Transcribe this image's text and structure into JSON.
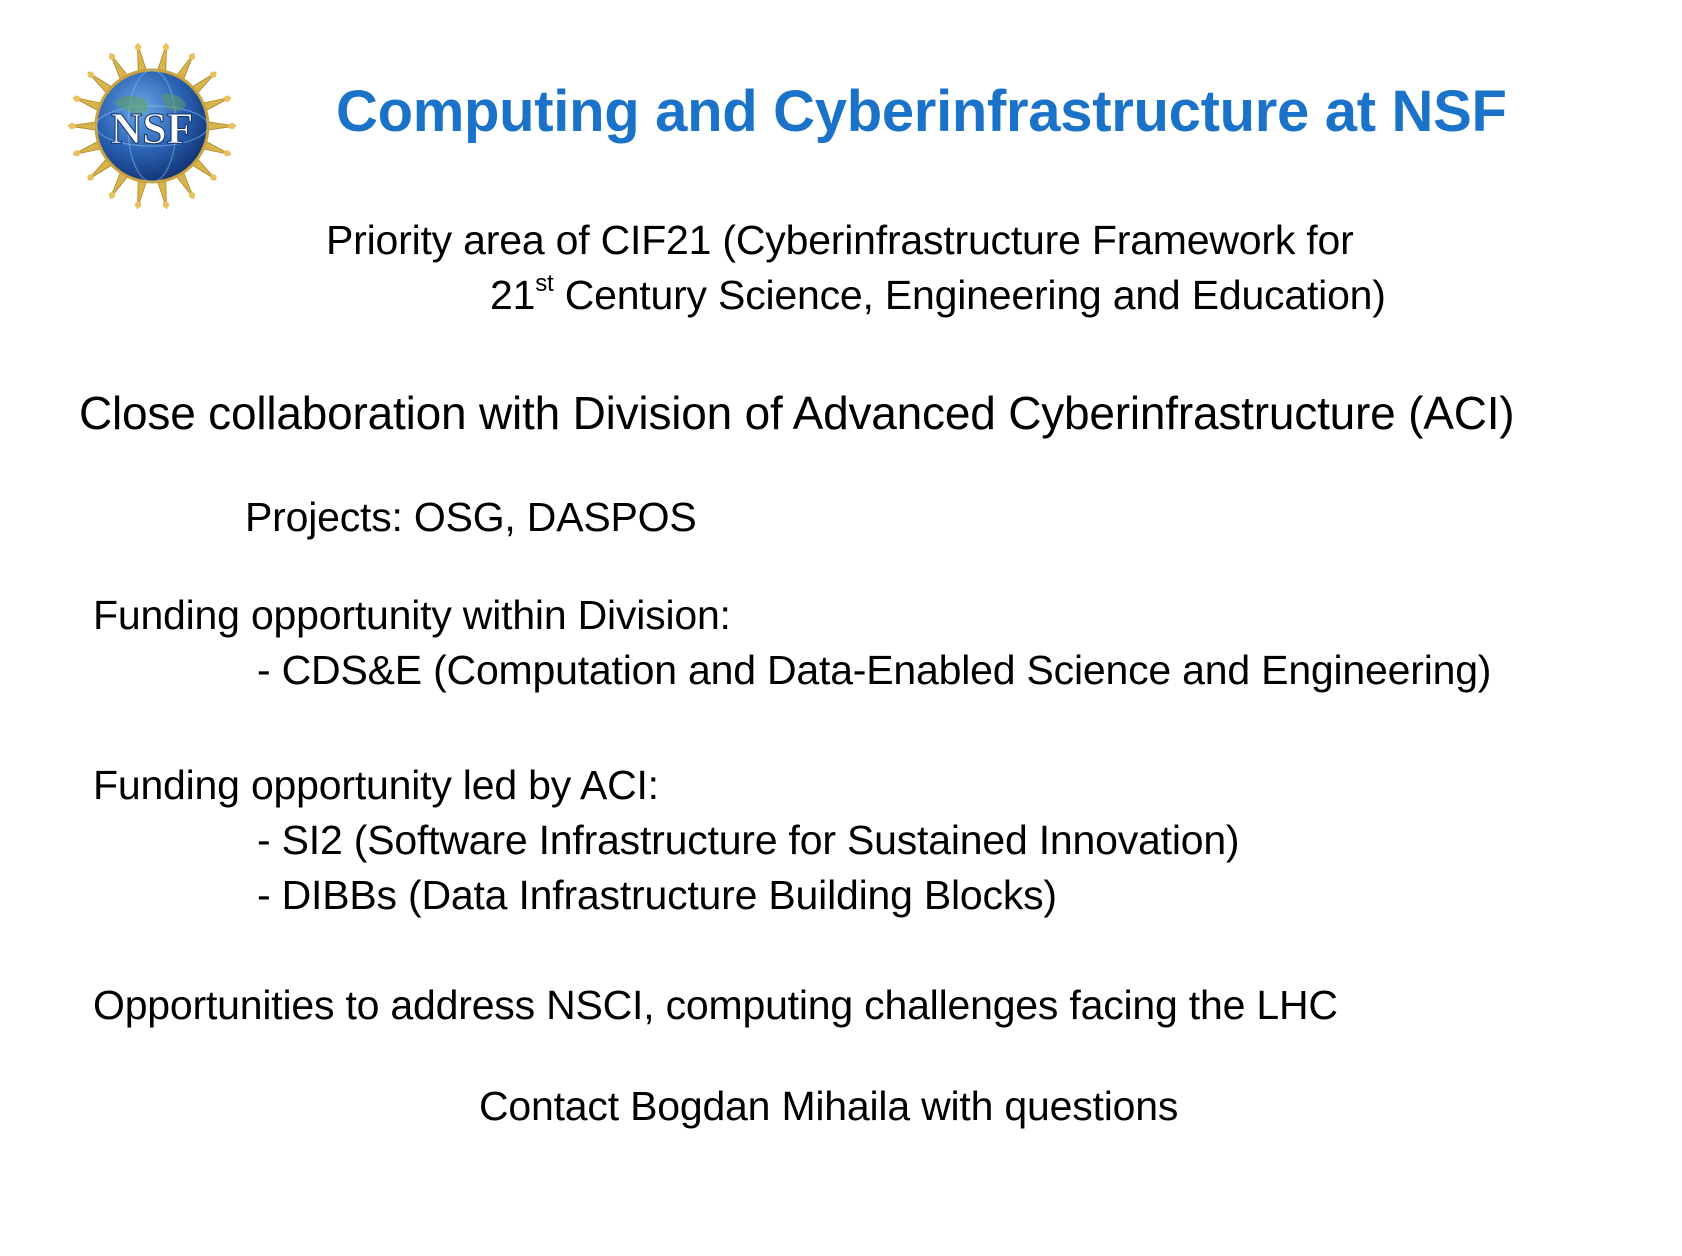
{
  "logo": {
    "text": "NSF",
    "colors": {
      "globe": "#1b4f9c",
      "globe_light": "#4f93d6",
      "rays": "#d9b44a",
      "text": "#ffffff"
    }
  },
  "title": "Computing and Cyberinfrastructure at NSF",
  "colors": {
    "title": "#1a73c8",
    "body_text": "#000000",
    "background": "#ffffff"
  },
  "priority": {
    "line1": "Priority area of CIF21 (Cyberinfrastructure Framework for",
    "line2_num": "21",
    "line2_sup": "st",
    "line2_rest": " Century Science, Engineering and Education)"
  },
  "collaboration": "Close collaboration with Division of Advanced Cyberinfrastructure (ACI)",
  "projects": "Projects:  OSG, DASPOS",
  "funding_within": {
    "heading": "Funding opportunity within Division:",
    "items": [
      "- CDS&E (Computation and Data-Enabled Science and Engineering)"
    ]
  },
  "funding_aci": {
    "heading": "Funding opportunity led by ACI:",
    "items": [
      "- SI2 (Software Infrastructure for Sustained Innovation)",
      "- DIBBs (Data Infrastructure Building Blocks)"
    ]
  },
  "opportunities": "Opportunities to address NSCI, computing challenges facing the LHC",
  "contact": "Contact Bogdan Mihaila with questions"
}
